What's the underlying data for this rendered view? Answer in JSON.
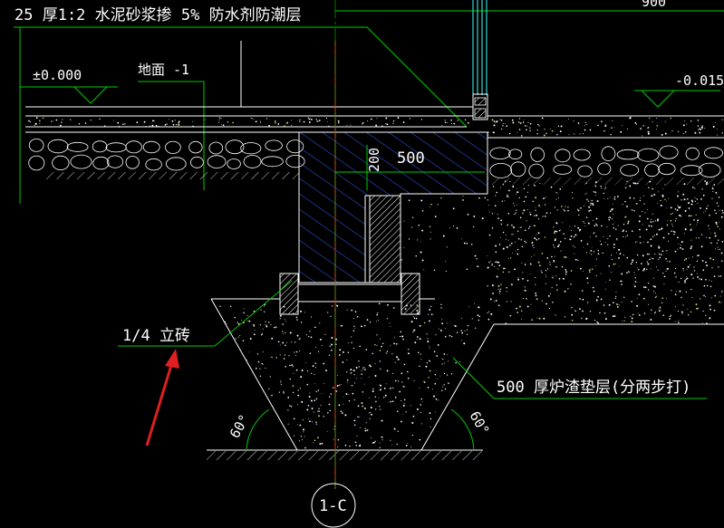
{
  "drawing": {
    "top_note": "25  厚1:2  水泥砂浆掺  5%  防水剂防潮层",
    "level_left": "±0.000",
    "floor_label": "地面 -1",
    "level_right": "-0.015",
    "beam_width": "500",
    "beam_height": "200",
    "brick_label": "1/4   立砖",
    "cushion_label": "500  厚炉渣垫层(分两步打)",
    "angle_left": "60°",
    "angle_right": "60°",
    "axis_label": "1-C",
    "top_right_fragment": "900"
  },
  "colors": {
    "background": "#000000",
    "line_white": "#ffffff",
    "line_green": "#00cc00",
    "axis_red": "#ff2020",
    "hatch_blue": "#3060ff",
    "cyan": "#40ffff",
    "arrow_annotation": "#e02020"
  }
}
